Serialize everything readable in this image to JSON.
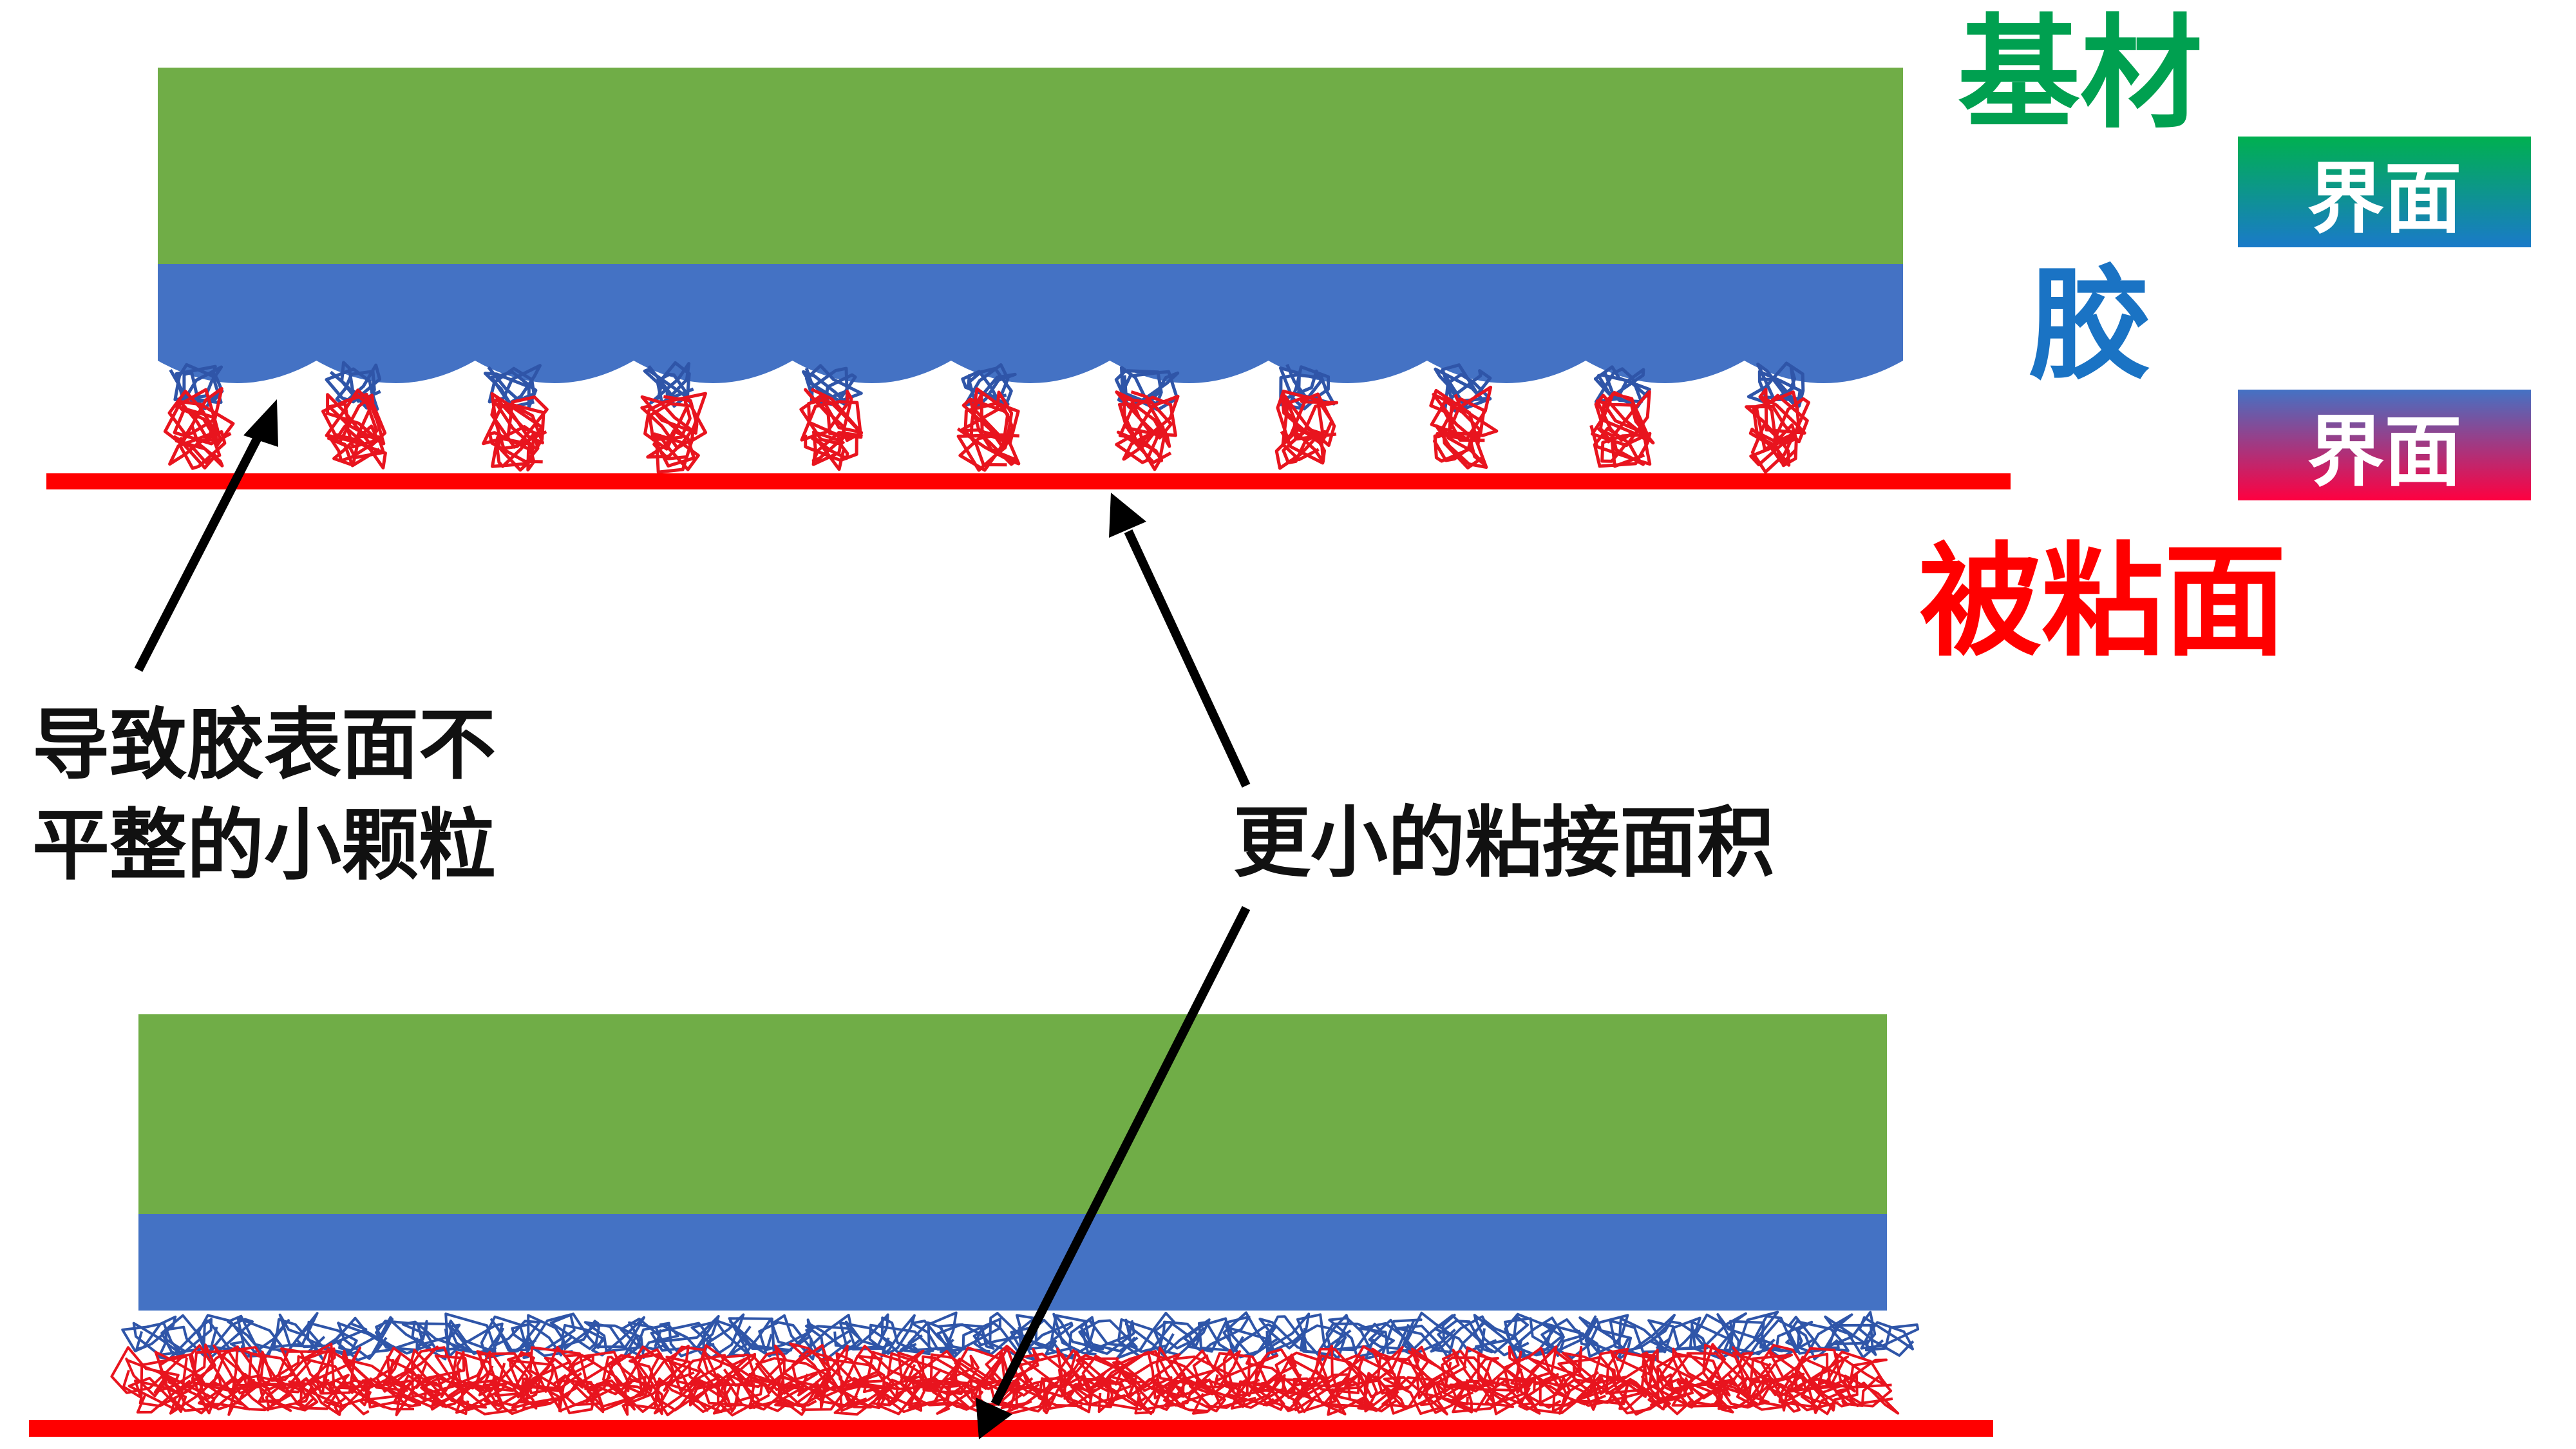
{
  "legend": {
    "substrate": "基材",
    "interface_top": "界面",
    "adhesive": "胶",
    "interface_bottom": "界面",
    "adherend": "被粘面"
  },
  "annotations": {
    "particles_line1": "导致胶表面不",
    "particles_line2": "平整的小颗粒",
    "contact_area": "更小的粘接面积"
  },
  "colors": {
    "substrate": "#70AD47",
    "adhesive": "#4472C4",
    "adherend": "#FF0000",
    "polymer_blue": "#2F55A8",
    "polymer_red": "#E8141E",
    "arrow": "#000000"
  }
}
